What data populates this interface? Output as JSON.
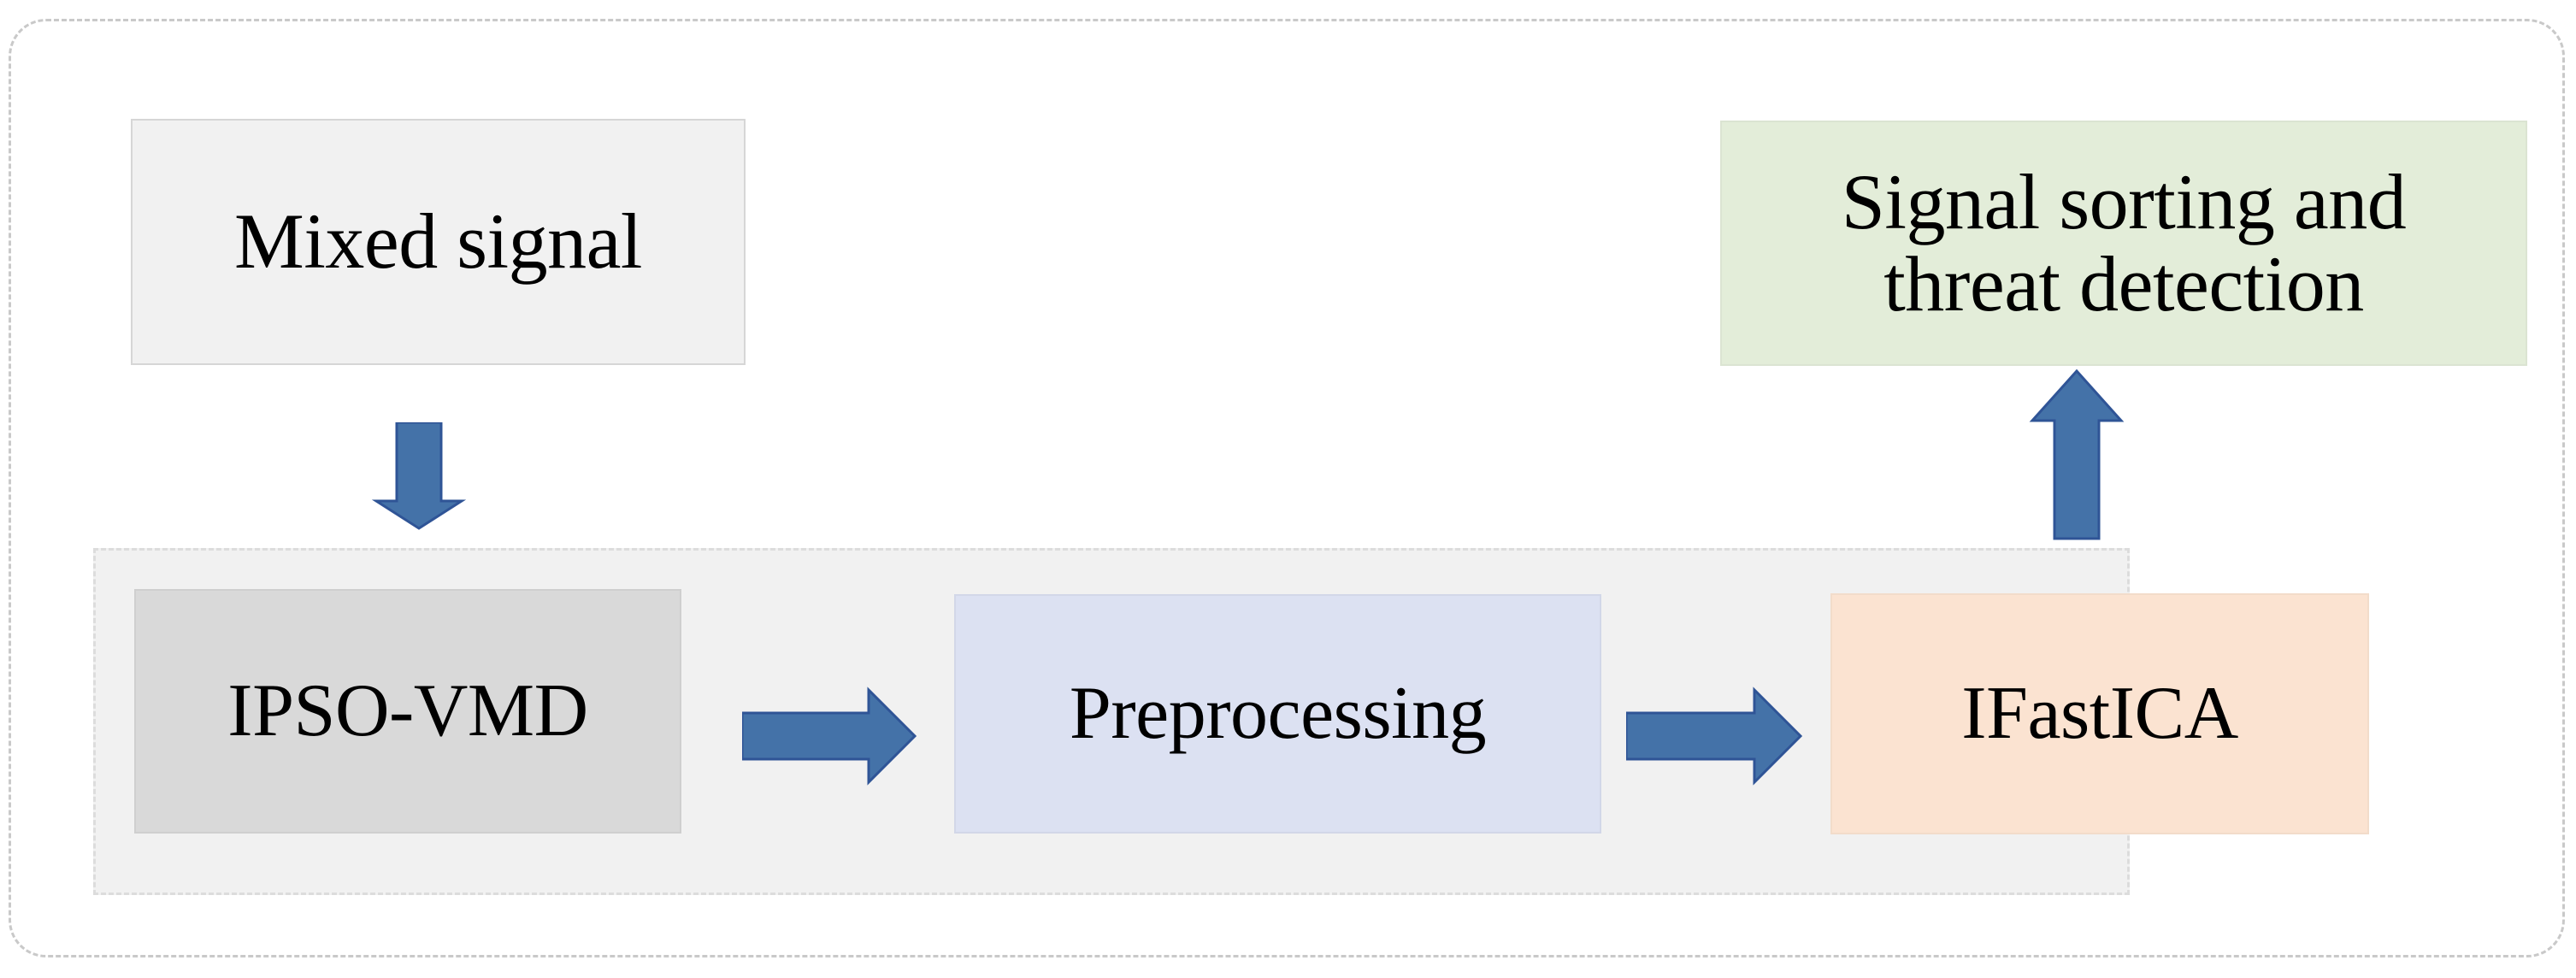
{
  "diagram": {
    "title": "Signal processing pipeline block diagram",
    "type": "flow-diagram",
    "colors": {
      "outer_frame_border": "#c9c9c9",
      "panel_background": "#f1f1f1",
      "panel_border": "#dcdcdc",
      "mixed_signal_fill": "#f1f1f1",
      "ipso_vmd_fill": "#d9d9d9",
      "preprocessing_fill": "#dce1f2",
      "ifastica_fill": "#fbe3d1",
      "signal_sorting_fill": "#e3edd9",
      "arrow_fill": "#4472a8",
      "arrow_stroke": "#2f5496",
      "text": "#000000"
    },
    "nodes": {
      "mixed_signal": {
        "label": "Mixed signal"
      },
      "ipso_vmd": {
        "label": "IPSO-VMD"
      },
      "preprocessing": {
        "label": "Preprocessing"
      },
      "ifastica": {
        "label": "IFastICA"
      },
      "signal_sorting": {
        "label": "Signal sorting and\nthreat detection"
      }
    },
    "arrows": [
      {
        "name": "mixed-signal-to-pipeline",
        "direction": "down",
        "from": "mixed_signal",
        "to": "ipso_vmd"
      },
      {
        "name": "ipso-vmd-to-preprocessing",
        "direction": "right",
        "from": "ipso_vmd",
        "to": "preprocessing"
      },
      {
        "name": "preprocessing-to-ifastica",
        "direction": "right",
        "from": "preprocessing",
        "to": "ifastica"
      },
      {
        "name": "ifastica-to-signal-sorting",
        "direction": "up",
        "from": "ifastica",
        "to": "signal_sorting"
      }
    ]
  }
}
